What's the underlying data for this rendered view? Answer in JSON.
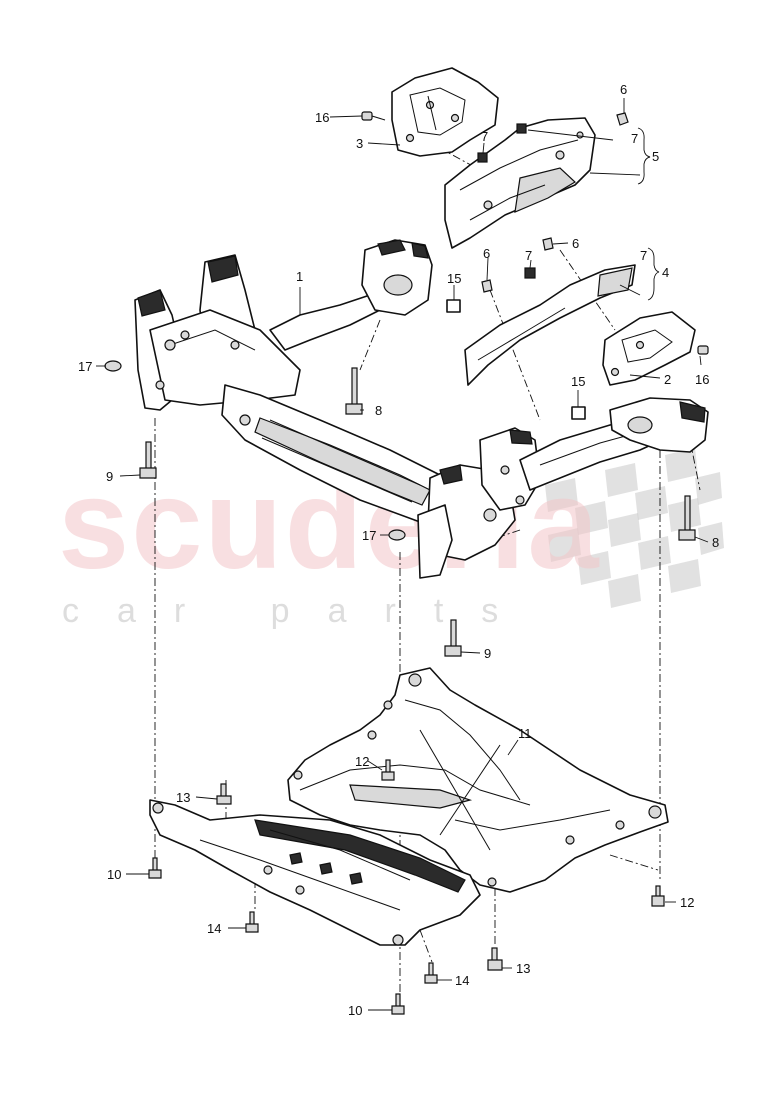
{
  "watermark": {
    "brand": "scuderia",
    "tagline": "car parts"
  },
  "callouts": [
    {
      "id": "c1",
      "label": "1"
    },
    {
      "id": "c2",
      "label": "2"
    },
    {
      "id": "c3",
      "label": "3"
    },
    {
      "id": "c4",
      "label": "4"
    },
    {
      "id": "c5",
      "label": "5"
    },
    {
      "id": "c6a",
      "label": "6"
    },
    {
      "id": "c6b",
      "label": "6"
    },
    {
      "id": "c6c",
      "label": "6"
    },
    {
      "id": "c7a",
      "label": "7"
    },
    {
      "id": "c7b",
      "label": "7"
    },
    {
      "id": "c7c",
      "label": "7"
    },
    {
      "id": "c7d",
      "label": "7"
    },
    {
      "id": "c8a",
      "label": "8"
    },
    {
      "id": "c8b",
      "label": "8"
    },
    {
      "id": "c9a",
      "label": "9"
    },
    {
      "id": "c9b",
      "label": "9"
    },
    {
      "id": "c10a",
      "label": "10"
    },
    {
      "id": "c10b",
      "label": "10"
    },
    {
      "id": "c11",
      "label": "11"
    },
    {
      "id": "c12a",
      "label": "12"
    },
    {
      "id": "c12b",
      "label": "12"
    },
    {
      "id": "c13a",
      "label": "13"
    },
    {
      "id": "c13b",
      "label": "13"
    },
    {
      "id": "c14a",
      "label": "14"
    },
    {
      "id": "c14b",
      "label": "14"
    },
    {
      "id": "c15a",
      "label": "15"
    },
    {
      "id": "c15b",
      "label": "15"
    },
    {
      "id": "c16a",
      "label": "16"
    },
    {
      "id": "c16b",
      "label": "16"
    },
    {
      "id": "c17a",
      "label": "17"
    },
    {
      "id": "c17b",
      "label": "17"
    }
  ]
}
